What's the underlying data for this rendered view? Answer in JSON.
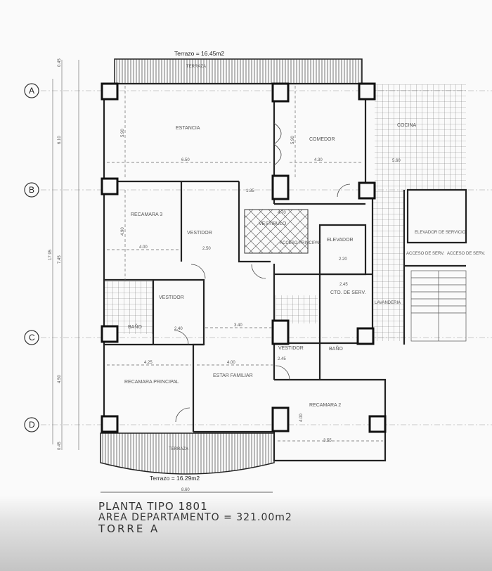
{
  "plan": {
    "terraces": {
      "top_area": "Terrazo = 16.45m2",
      "bottom_area": "Terrazo = 16.29m2",
      "label": "TERRAZA"
    },
    "grid_axes": [
      "A",
      "B",
      "C",
      "D"
    ],
    "rooms": {
      "estancia": "ESTANCIA",
      "comedor": "COMEDOR",
      "recamara_3": "RECAMARA 3",
      "vestidor_1": "VESTIDOR",
      "vestibulo": "VESTIBULO",
      "acceso_principal": "ACCESO PRINCIPAL",
      "elevador": "ELEVADOR",
      "cto_serv": "CTO. DE SERV.",
      "vestidor_2": "VESTIDOR",
      "bano_1": "BAÑO",
      "lavanderia": "LAVANDERIA",
      "vestidor_3": "VESTIDOR",
      "bano_2": "BAÑO",
      "recamara_principal": "RECAMARA PRINCIPAL",
      "estar_familiar": "ESTAR FAMILIAR",
      "recamara_2": "RECAMARA 2",
      "cocina": "COCINA",
      "elevador_servicio": "ELEVADOR DE SERVICIO",
      "acceso_serv_1": "ACCESO DE SERV.",
      "acceso_serv_2": "ACCESO DE SERV."
    },
    "dimensions": {
      "estancia_w": "6.50",
      "estancia_h": "5.90",
      "comedor_w": "4.30",
      "comedor_h": "5.90",
      "hall_w": "1.85",
      "rec3_h": "4.90",
      "rec3_w": "4.00",
      "vest1_w": "2.50",
      "vestibulo_w": "4.70",
      "elev_w": "2.20",
      "cto_w": "2.45",
      "vest2_w": "2.40",
      "estar_w1": "3.40",
      "rec_pr_w": "4.25",
      "estar_w2": "4.00",
      "vest3_w": "2.45",
      "rec2_h": "4.00",
      "rec2_w": "3.55",
      "total_w": "8.60",
      "cocina_w": "5.60",
      "left_total": "17.95",
      "left_ab": "6.10",
      "left_bc": "7.45",
      "left_cd": "4.50",
      "left_top": "0.45",
      "left_bottom": "0.45"
    }
  },
  "caption": {
    "line1": "PLANTA TIPO 1801",
    "line2": "AREA DEPARTAMENTO = 321.00m2",
    "line3": "TORRE  A"
  }
}
